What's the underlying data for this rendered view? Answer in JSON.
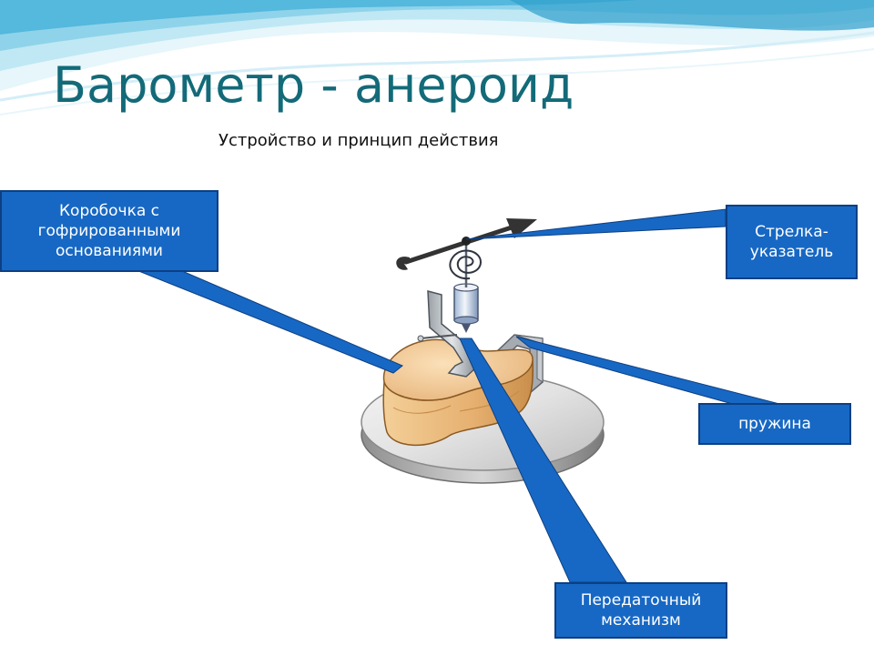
{
  "slide": {
    "title": "Барометр - анероид",
    "subtitle": "Устройство и принцип действия"
  },
  "callouts": {
    "box": "Коробочка с гофрированными основаниями",
    "pointer": "Стрелка-указатель",
    "spring": "пружина",
    "mechanism": "Передаточный механизм"
  },
  "colors": {
    "title": "#136a78",
    "callout_fill": "#1768c4",
    "callout_border": "#0d3f82",
    "wave_light": "#d8f1f8",
    "wave_mid": "#8fd3ea",
    "wave_dark": "#3fa9d0"
  }
}
